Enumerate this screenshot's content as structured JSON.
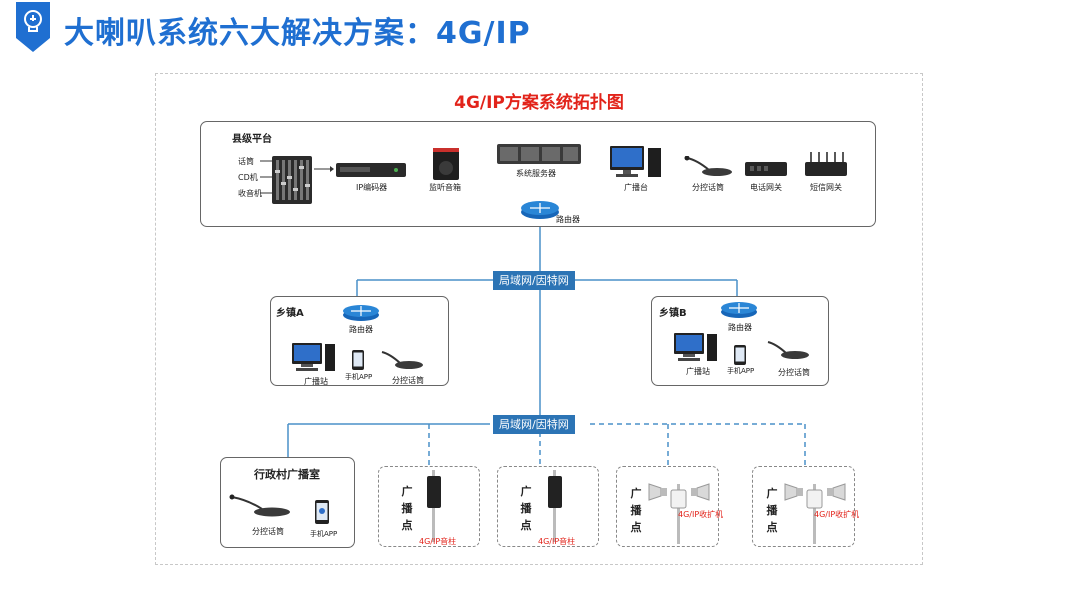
{
  "header": {
    "title": "大喇叭系统六大解决方案：4G/IP",
    "accent_color": "#1f6fd1",
    "icon": "lightbulb-icon"
  },
  "diagram": {
    "title": "4G/IP方案系统拓扑图",
    "title_color": "#e2231a",
    "county": {
      "label": "县级平台",
      "inputs": [
        "话筒",
        "CD机",
        "收音机"
      ],
      "devices": [
        "IP编码器",
        "监听音箱",
        "系统服务器",
        "广播台",
        "分控话筒",
        "电话网关",
        "短信网关"
      ],
      "router": "路由器"
    },
    "network_label_1": "局域网/因特网",
    "network_label_2": "局域网/因特网",
    "town_a": {
      "label": "乡镇A",
      "router": "路由器",
      "station": "广播站",
      "app": "手机APP",
      "mic": "分控话筒"
    },
    "town_b": {
      "label": "乡镇B",
      "router": "路由器",
      "station": "广播站",
      "app": "手机APP",
      "mic": "分控话筒"
    },
    "village": {
      "label": "行政村广播室",
      "mic": "分控话筒",
      "app": "手机APP"
    },
    "points": [
      {
        "label": "广播点",
        "device": "4G/IP音柱"
      },
      {
        "label": "广播点",
        "device": "4G/IP音柱"
      },
      {
        "label": "广播点",
        "device": "4G/IP收扩机"
      },
      {
        "label": "广播点",
        "device": "4G/IP收扩机"
      }
    ],
    "line_color": "#4a90c8"
  }
}
